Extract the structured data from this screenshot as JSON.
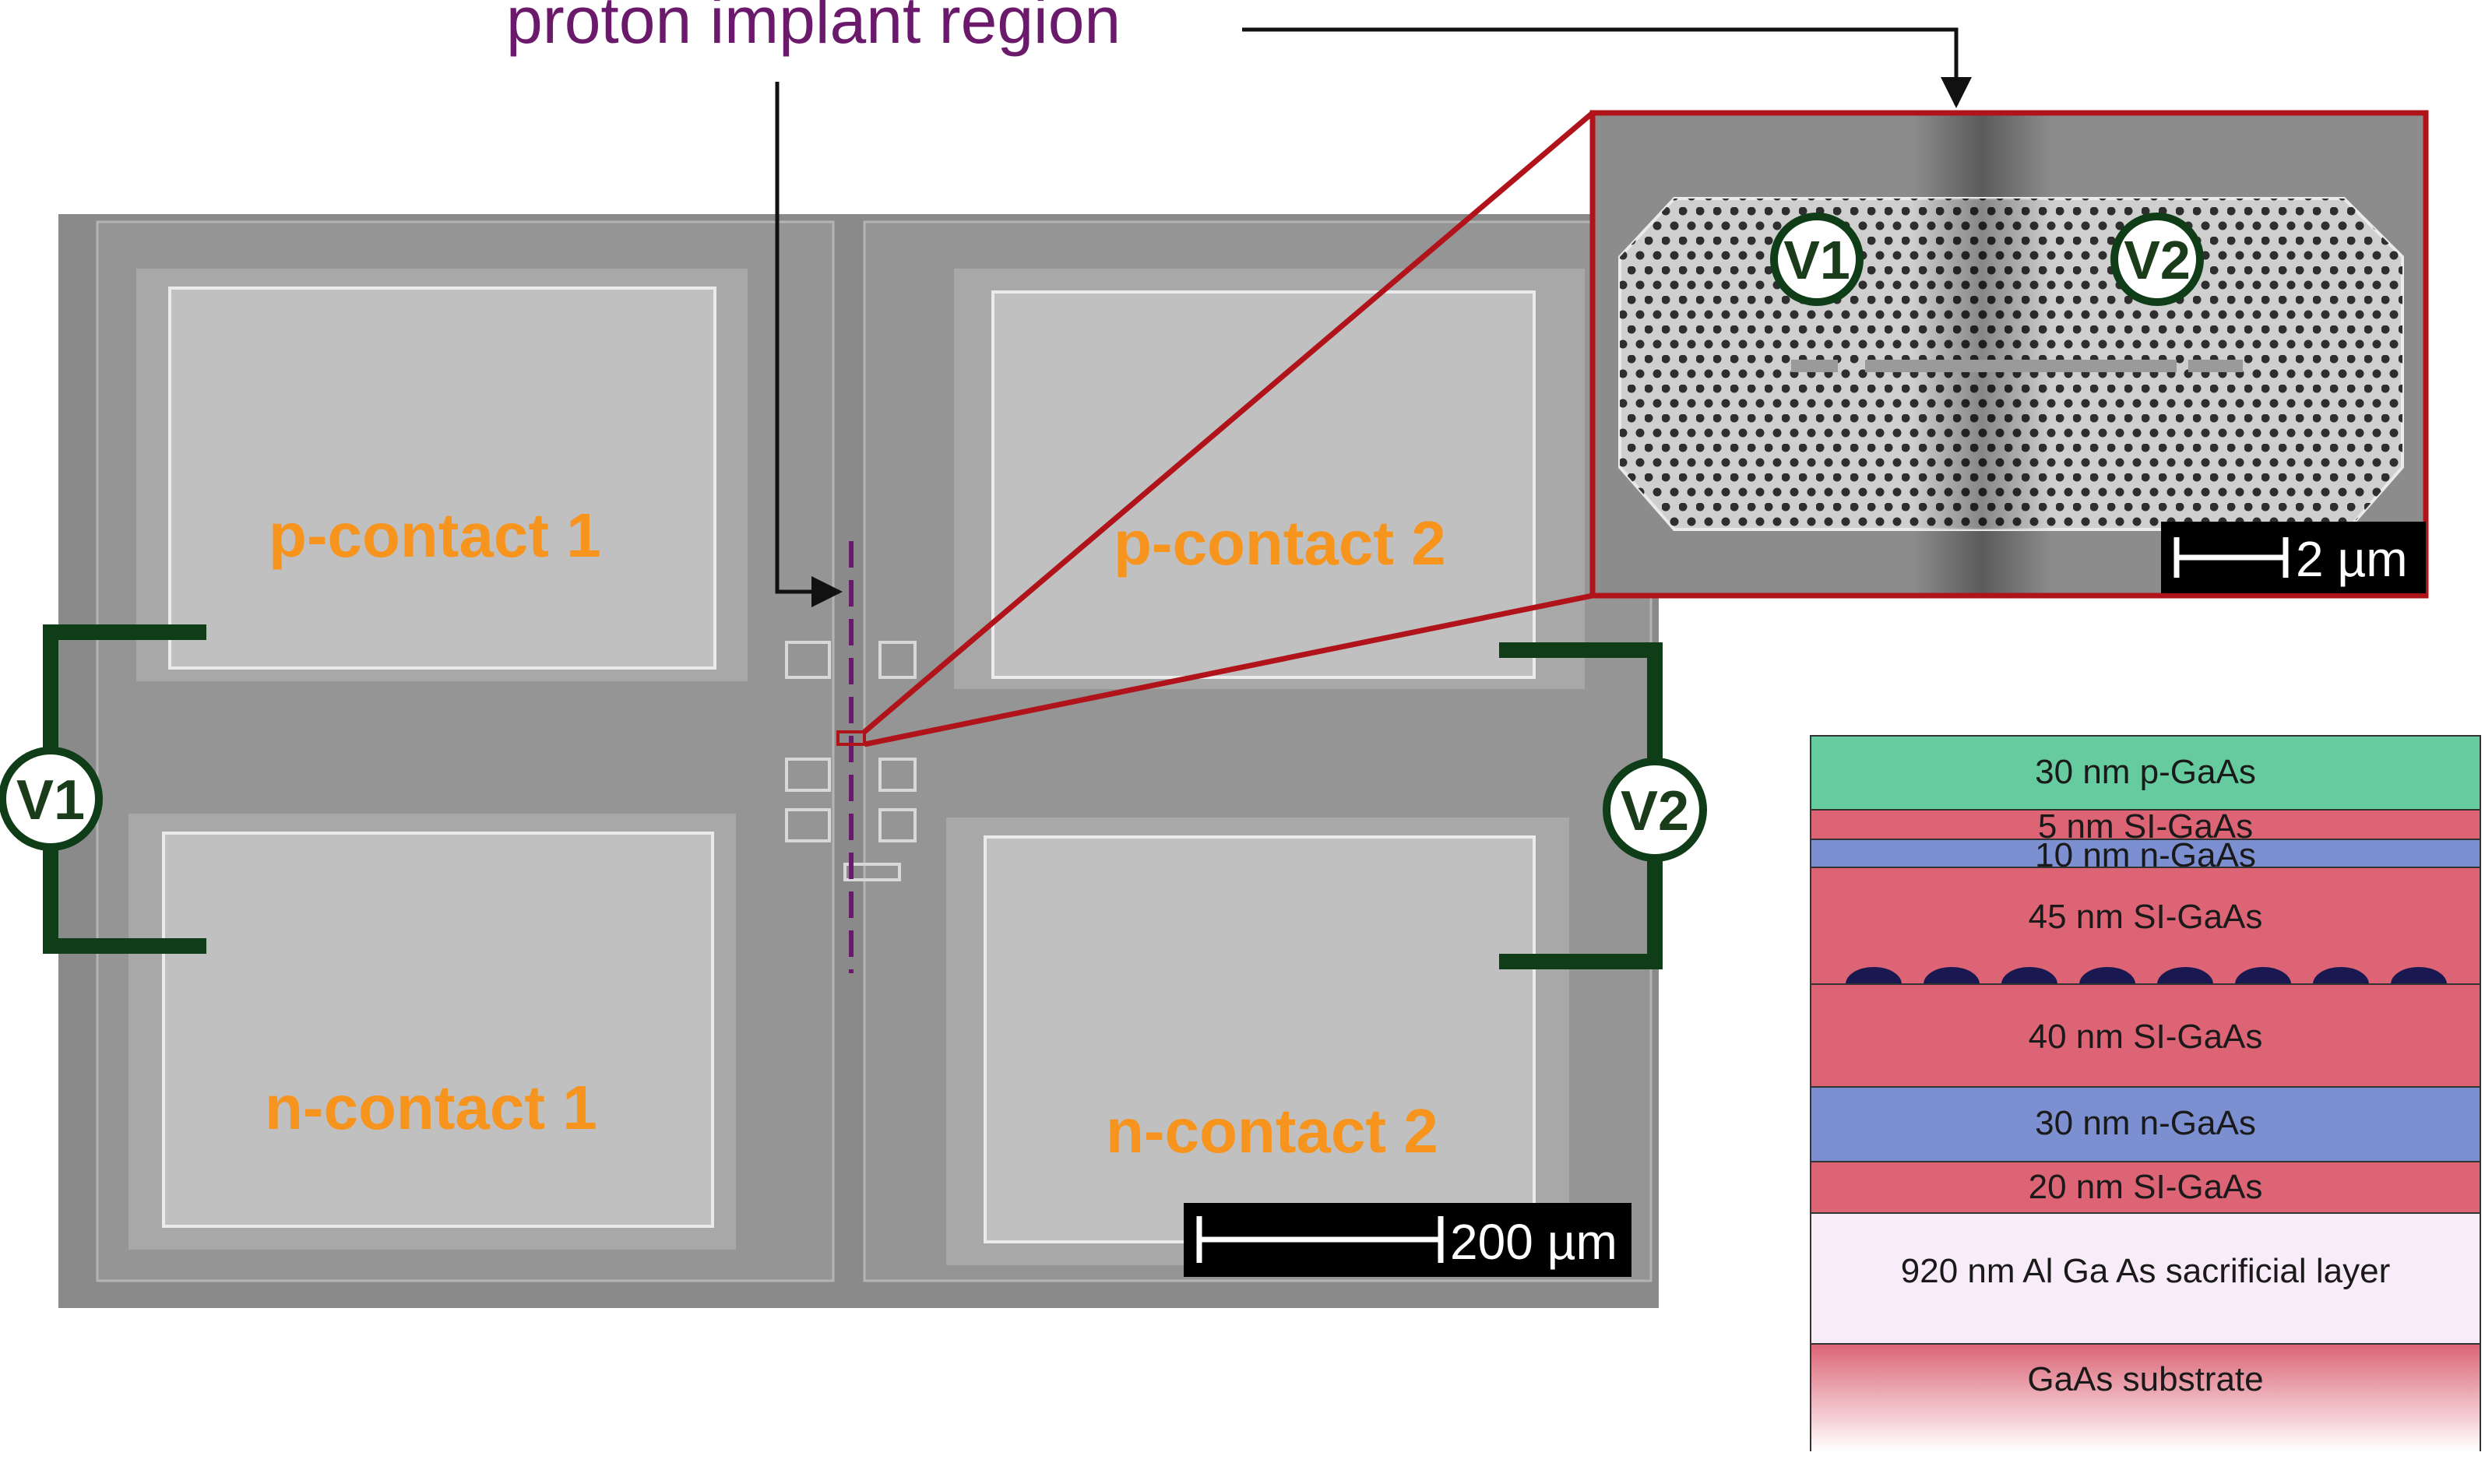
{
  "title": "proton implant region",
  "contacts": {
    "p1": "p-contact 1",
    "p2": "p-contact 2",
    "n1": "n-contact 1",
    "n2": "n-contact 2"
  },
  "voltages": {
    "v1": "V1",
    "v2": "V2"
  },
  "scale_main": "200 µm",
  "scale_inset": "2 µm",
  "layers": [
    {
      "label": "30 nm p-GaAs",
      "color": "#66cc9f"
    },
    {
      "label": "5 nm SI-GaAs",
      "color": "#dc6475"
    },
    {
      "label": "10 nm n-GaAs",
      "color": "#7b8fd1"
    },
    {
      "label": "45 nm SI-GaAs",
      "color": "#dc6475"
    },
    {
      "label": "40 nm SI-GaAs",
      "color": "#dc6475"
    },
    {
      "label": "30 nm n-GaAs",
      "color": "#7b8fd1"
    },
    {
      "label": "20 nm SI-GaAs",
      "color": "#dc6475"
    },
    {
      "label": "920 nm Al Ga As sacrificial layer",
      "color": "#f8ecf8"
    },
    {
      "label": "GaAs substrate",
      "color": "#dc6475"
    }
  ],
  "colors": {
    "accent_red": "#b0141a",
    "voltage_green": "#0f3d18",
    "implant_purple": "#6b1a6b",
    "contact_label": "#f7941d"
  }
}
